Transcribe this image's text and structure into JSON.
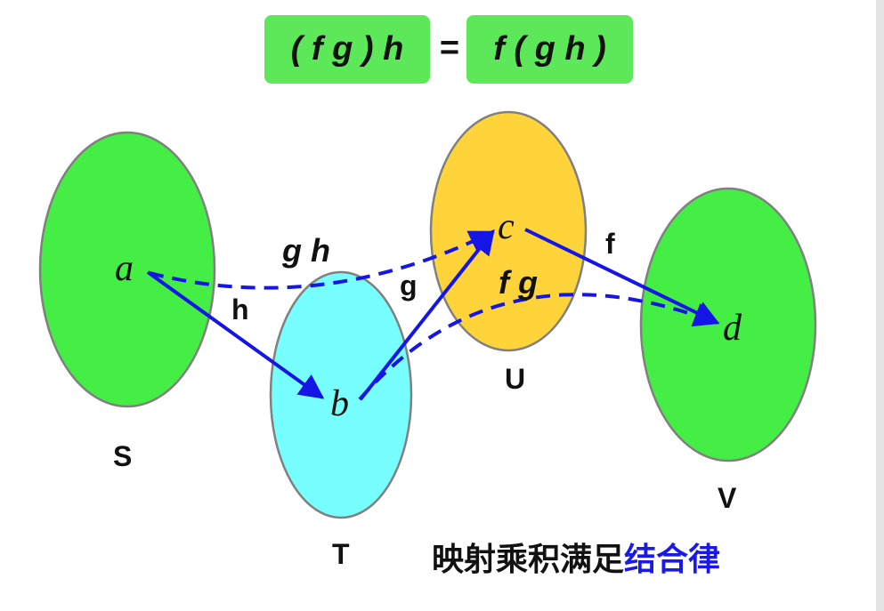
{
  "formula": {
    "left": "( f g ) h",
    "equals": "=",
    "right": "f ( g h )"
  },
  "sets": [
    {
      "id": "S",
      "label": "S",
      "color": "#44ee44"
    },
    {
      "id": "T",
      "label": "T",
      "color": "#77ffff"
    },
    {
      "id": "U",
      "label": "U",
      "color": "#ffd43b"
    },
    {
      "id": "V",
      "label": "V",
      "color": "#44ee44"
    }
  ],
  "elements": {
    "a": "a",
    "b": "b",
    "c": "c",
    "d": "d"
  },
  "mappings": {
    "h": "h",
    "g": "g",
    "f": "f",
    "gh": "g h",
    "fg": "f g"
  },
  "colors": {
    "arrow": "#1515e6",
    "outline": "#808080",
    "formula_bg": "#5de85a"
  },
  "caption": {
    "prefix": "映射乘积满足",
    "highlight": "结合律"
  }
}
